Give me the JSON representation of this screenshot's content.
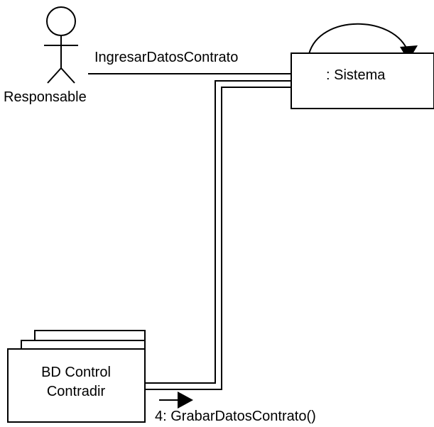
{
  "diagram": {
    "actor": {
      "name": "Responsable"
    },
    "system_object": {
      "name": ": Sistema"
    },
    "database_object": {
      "line1": "BD Control",
      "line2": "Contradir"
    },
    "messages": {
      "actor_to_system": "IngresarDatosContrato",
      "system_to_database": "4: GrabarDatosContrato()"
    }
  }
}
